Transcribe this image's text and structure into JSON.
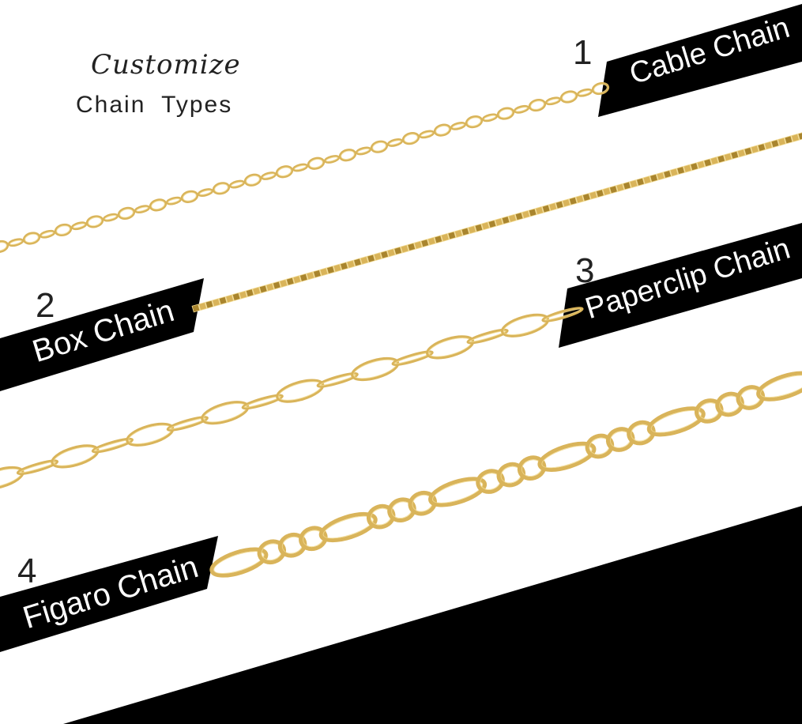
{
  "heading": {
    "script_line": "Customize",
    "sub_line": "Chain  Types"
  },
  "chains": [
    {
      "number": "1",
      "label": "Cable Chain"
    },
    {
      "number": "2",
      "label": "Box Chain"
    },
    {
      "number": "3",
      "label": "Paperclip Chain"
    },
    {
      "number": "4",
      "label": "Figaro Chain"
    }
  ],
  "colors": {
    "gold": "#d9b45a",
    "gold_dark": "#a9852e",
    "gold_light": "#f1d98f",
    "banner": "#000000",
    "text_dark": "#222222"
  }
}
